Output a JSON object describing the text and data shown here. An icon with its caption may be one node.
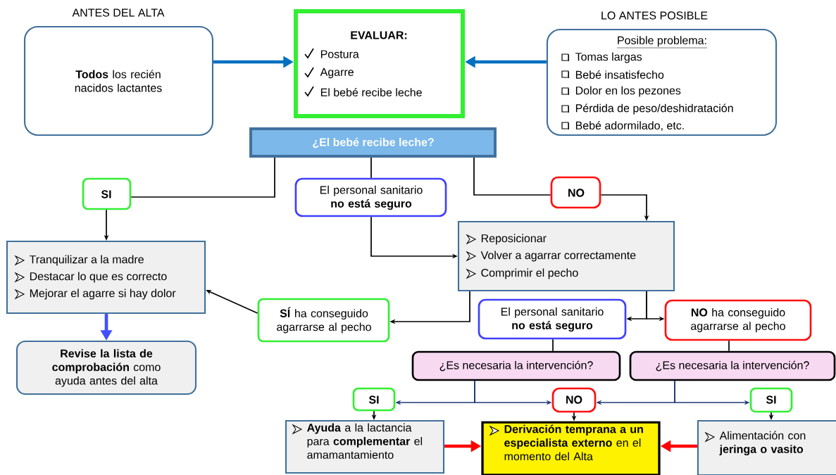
{
  "diagram": {
    "nodes": [
      {
        "text": [
          "ANTES DEL ALTA",
          "**Todos** los recién nacidos lactantes"
        ]
      },
      {
        "text": [
          "EVALUAR:",
          "Postura",
          "Agarre",
          "El bebé recibe leche"
        ]
      },
      {
        "text": [
          "LO ANTES POSIBLE",
          "Posible problema:",
          "Tomas largas",
          "Bebé insatisfecho",
          "Dolor en los pezones",
          "Pérdida de peso/deshidratación",
          "Bebé adormilado, etc."
        ]
      },
      {
        "text": [
          "¿El bebé recibe leche?"
        ]
      },
      {
        "text": [
          "SI"
        ]
      },
      {
        "text": [
          "El personal sanitario **no está seguro**"
        ]
      },
      {
        "text": [
          "NO"
        ]
      },
      {
        "text": [
          "Reposicionar",
          "Volver a agarrar correctamente",
          "Comprimir el pecho"
        ]
      },
      {
        "text": [
          "Tranquilizar a la madre",
          "Destacar lo que es correcto",
          "Mejorar el agarre si hay dolor"
        ]
      },
      {
        "text": [
          "**Revise la lista de comprobación** como ayuda antes del alta"
        ]
      },
      {
        "text": [
          "**SÍ** ha conseguido agarrarse al pecho"
        ]
      },
      {
        "text": [
          "El personal sanitario **no está seguro**"
        ]
      },
      {
        "text": [
          "**NO** ha conseguido agarrarse al pecho"
        ]
      },
      {
        "text": [
          "¿Es necesaria la intervención?"
        ]
      },
      {
        "text": [
          "¿Es necesaria la intervención?"
        ]
      },
      {
        "text": [
          "SI"
        ]
      },
      {
        "text": [
          "NO"
        ]
      },
      {
        "text": [
          "SI"
        ]
      },
      {
        "text": [
          "**Ayuda** a la lactancia para **complementar** el amamantamiento"
        ]
      },
      {
        "text": [
          "**Derivación temprana a un especialista externo** en el momento del Alta"
        ]
      },
      {
        "text": [
          "Alimentación con **jeringa o vasito**"
        ]
      }
    ],
    "edges": [
      {
        "from": 0,
        "to": 1,
        "arrow": "to",
        "style": "thick",
        "color": "#0070c0"
      },
      {
        "from": 2,
        "to": 1,
        "arrow": "to",
        "style": "thick",
        "color": "#0070c0"
      },
      {
        "from": 3,
        "to": 4,
        "arrow": "none"
      },
      {
        "from": 3,
        "to": 5,
        "arrow": "none"
      },
      {
        "from": 3,
        "to": 6,
        "arrow": "none"
      },
      {
        "from": 6,
        "to": 7,
        "arrow": "to"
      },
      {
        "from": 4,
        "to": 8,
        "arrow": "to"
      },
      {
        "from": 5,
        "to": 7,
        "arrow": "to"
      },
      {
        "from": 8,
        "to": 9,
        "arrow": "to",
        "style": "thick",
        "color": "#4050ff"
      },
      {
        "from": 10,
        "to": 8,
        "arrow": "to"
      },
      {
        "from": 7,
        "to": 10,
        "arrow": "to"
      },
      {
        "from": 7,
        "to": 11,
        "arrow": "to"
      },
      {
        "from": 7,
        "to": 12,
        "arrow": "to"
      },
      {
        "from": 11,
        "to": 13,
        "arrow": "none"
      },
      {
        "from": 12,
        "to": 14,
        "arrow": "none"
      },
      {
        "from": 13,
        "to": 15,
        "arrow": "to",
        "color": "#1f3a7a"
      },
      {
        "from": 13,
        "to": 16,
        "arrow": "to",
        "color": "#1f3a7a"
      },
      {
        "from": 14,
        "to": 16,
        "arrow": "to",
        "color": "#1f3a7a"
      },
      {
        "from": 14,
        "to": 17,
        "arrow": "to",
        "color": "#1f3a7a"
      },
      {
        "from": 15,
        "to": 18,
        "arrow": "to"
      },
      {
        "from": 16,
        "to": 19,
        "arrow": "to"
      },
      {
        "from": 17,
        "to": 20,
        "arrow": "to"
      },
      {
        "from": 18,
        "to": 19,
        "arrow": "to",
        "style": "thick",
        "color": "#ff0000"
      },
      {
        "from": 20,
        "to": 19,
        "arrow": "to",
        "style": "thick",
        "color": "#ff0000"
      }
    ]
  }
}
